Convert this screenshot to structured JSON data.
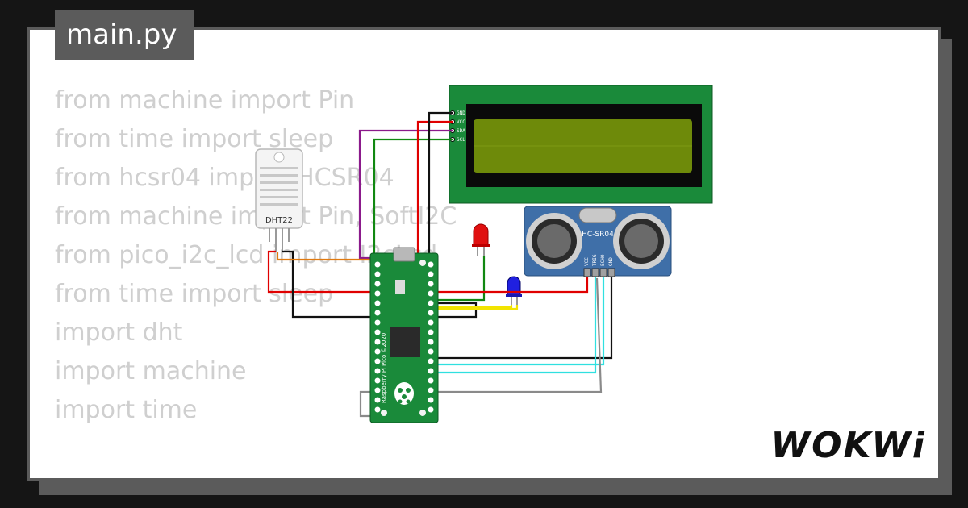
{
  "tab": {
    "filename": "main.py"
  },
  "code_lines": [
    "from machine import Pin",
    "from time import sleep",
    "from hcsr04 import HCSR04",
    "from machine import Pin, SoftI2C",
    "from pico_i2c_lcd import I2cLcd",
    "from time import sleep",
    "import dht",
    "import machine",
    "import time"
  ],
  "components": {
    "dht_label": "DHT22",
    "lcd_pins": [
      "GND",
      "VCC",
      "SDA",
      "SCL"
    ],
    "sensor_label": "HC-SR04",
    "sensor_pins": [
      "VCC",
      "TRIG",
      "ECHO",
      "GND"
    ],
    "pico_text": "Raspberry Pi Pico ©2020"
  },
  "brand": {
    "name": "WOKWi"
  },
  "colors": {
    "pcb_green": "#1a8a3a",
    "lcd_screen": "#6e8a0a",
    "sensor_blue": "#3f6fa8",
    "wire_red": "#e00000",
    "wire_black": "#111111",
    "wire_green": "#118811",
    "wire_purple": "#8b1a8b",
    "wire_yellow": "#f2e400",
    "wire_cyan": "#30e0e0",
    "wire_gray": "#8a8a8a"
  }
}
